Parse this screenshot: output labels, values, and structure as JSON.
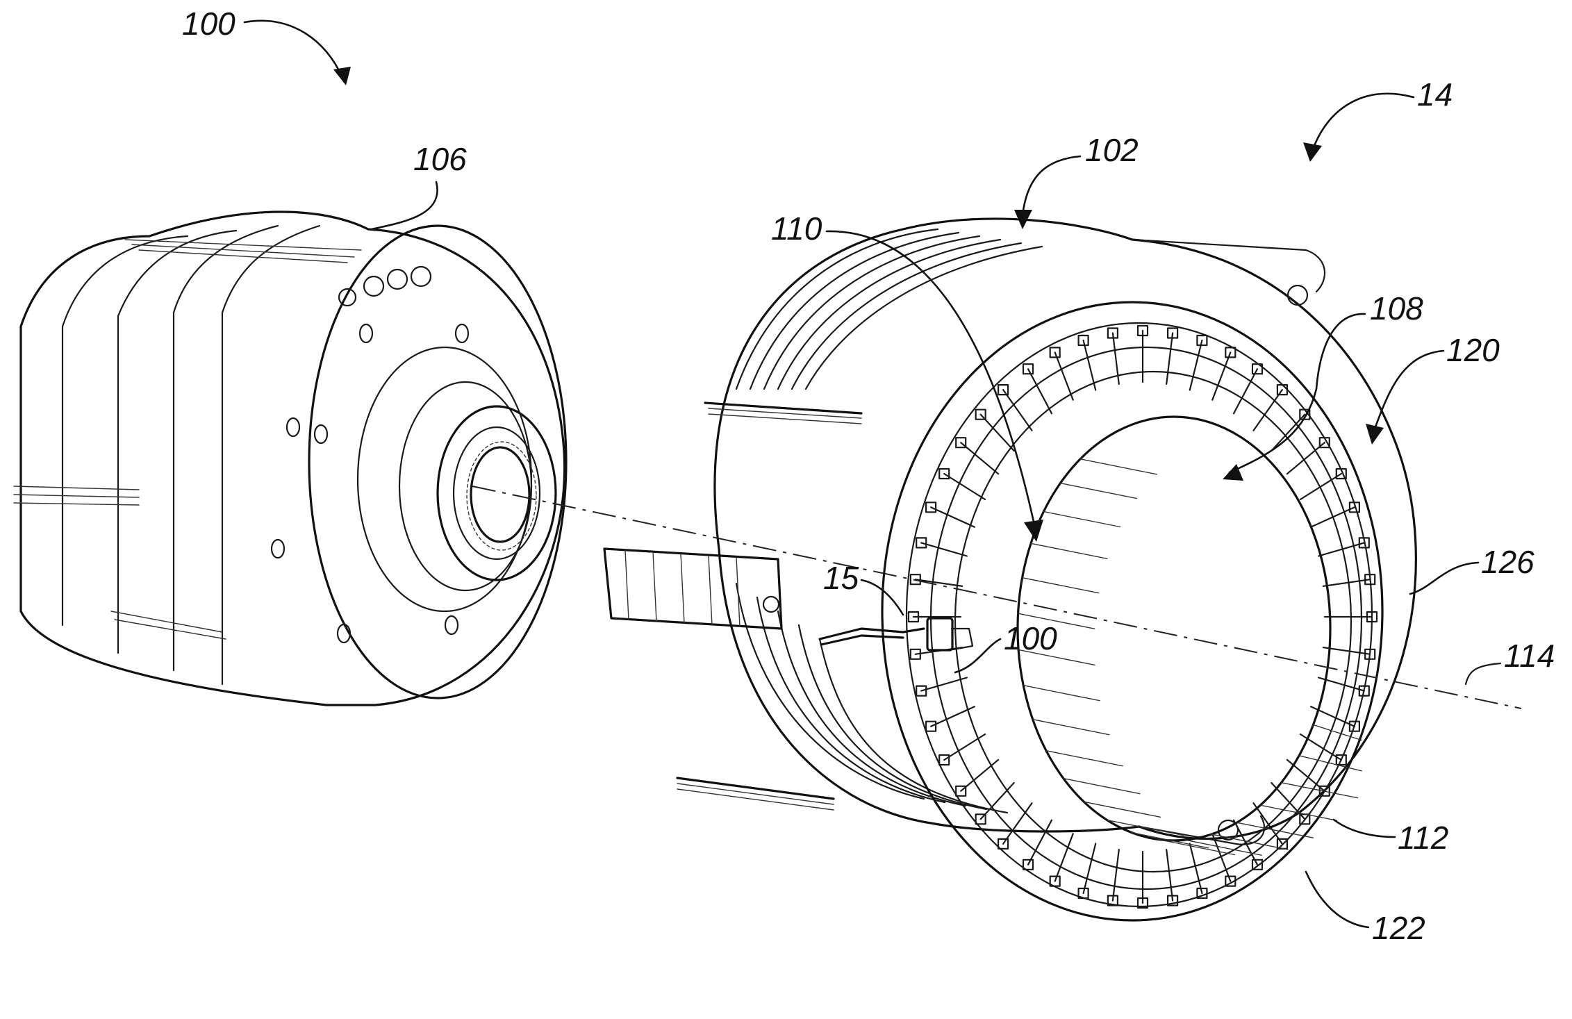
{
  "labels": {
    "assembly_100": "100",
    "stator_14": "14",
    "rotor_106": "106",
    "housing_102": "102",
    "winding_110": "110",
    "slot_108": "108",
    "end_turn_120": "120",
    "terminal_126": "126",
    "axis_114": "114",
    "detail_15": "15",
    "sensor_100": "100",
    "lamination_112": "112",
    "hairpin_122": "122"
  }
}
